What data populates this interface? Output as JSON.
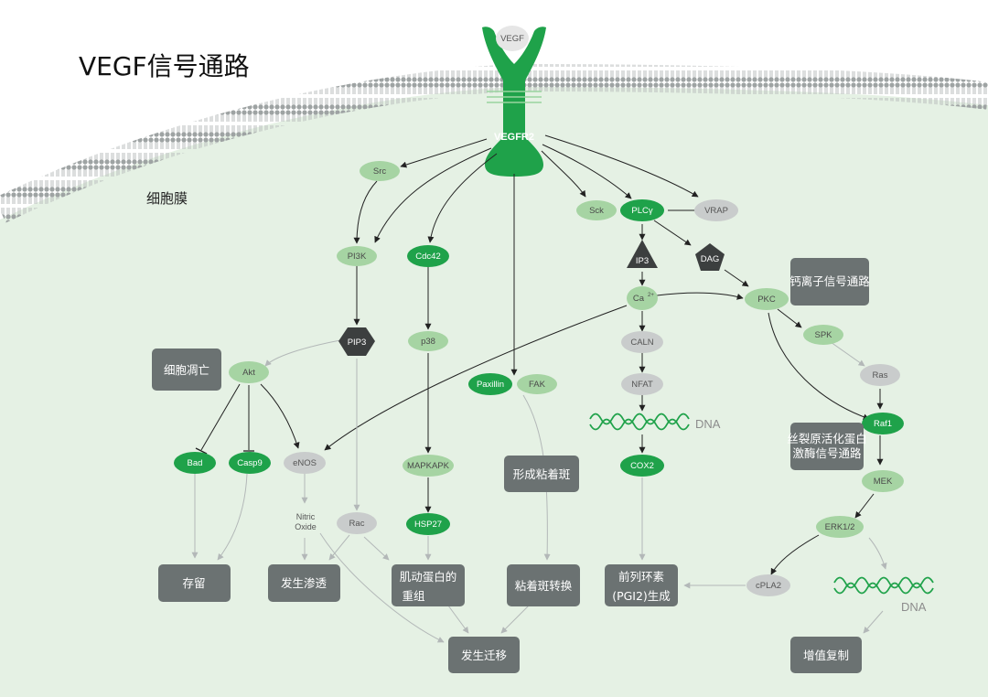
{
  "title": "VEGF信号通路",
  "membrane_label": "细胞膜",
  "ligand": "VEGF",
  "receptor": "VEGFR2",
  "colors": {
    "dark_green": "#1fa24a",
    "light_green": "#a6d4a3",
    "gray_oval": "#c9cccc",
    "dark_shape": "#3c3f3f",
    "box": "#6b7272",
    "cytoplasm": "#e5f1e4",
    "arrow_dark": "#222222",
    "arrow_light": "#b3b8b8"
  },
  "nodes": {
    "src": "Src",
    "pi3k": "PI3K",
    "cdc42": "Cdc42",
    "sck": "Sck",
    "plcy": "PLCγ",
    "vrap": "VRAP",
    "ip3": "IP3",
    "dag": "DAG",
    "ca": "Ca",
    "ca_sup": "2+",
    "pkc": "PKC",
    "pip3": "PIP3",
    "p38": "p38",
    "akt": "Akt",
    "caln": "CALN",
    "spk": "SPK",
    "paxillin": "Paxillin",
    "fak": "FAK",
    "nfat": "NFAT",
    "ras": "Ras",
    "raf1": "Raf1",
    "bad": "Bad",
    "casp9": "Casp9",
    "enos": "eNOS",
    "mapkapk": "MAPKAPK",
    "cox2": "COX2",
    "mek": "MEK",
    "rac": "Rac",
    "hsp27": "HSP27",
    "erk": "ERK1/2",
    "cpla2": "cPLA2",
    "nitric_oxide_1": "Nitric",
    "nitric_oxide_2": "Oxide"
  },
  "boxes": {
    "apoptosis": "细胞凋亡",
    "calcium": "钙离子信号通路",
    "focal_adhesion": "形成粘着斑",
    "mapk_1": "丝裂原活化蛋白",
    "mapk_2": "激酶信号通路",
    "survival": "存留",
    "permeability": "发生渗透",
    "actin_1": "肌动蛋白的",
    "actin_2": "重组",
    "turnover": "粘着斑转换",
    "pgi2_1": "前列环素",
    "pgi2_2": "(PGI2)生成",
    "migration": "发生迁移",
    "proliferation": "增值复制"
  },
  "dna": {
    "label_1": "DNA",
    "label_2": "DNA"
  }
}
